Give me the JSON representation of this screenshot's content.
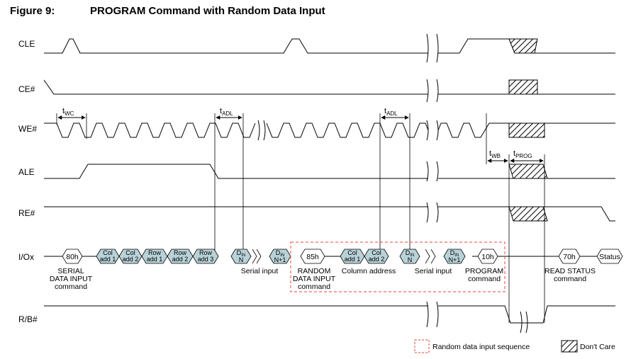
{
  "title": {
    "figure": "Figure 9:",
    "text": "PROGRAM Command with Random Data Input"
  },
  "signals": [
    "CLE",
    "CE#",
    "WE#",
    "ALE",
    "RE#",
    "I/Ox",
    "R/B#"
  ],
  "timing": {
    "twc": {
      "t": "t",
      "sub": "WC"
    },
    "tadl_1": {
      "t": "t",
      "sub": "ADL"
    },
    "tadl_2": {
      "t": "t",
      "sub": "ADL"
    },
    "twb": {
      "t": "t",
      "sub": "WB"
    },
    "tprog": {
      "t": "t",
      "sub": "PROG"
    }
  },
  "io": {
    "cmd_80h": "80h",
    "col_add1": [
      "Col",
      "add 1"
    ],
    "col_add2": [
      "Col",
      "add 2"
    ],
    "row_add1": [
      "Row",
      "add 1"
    ],
    "row_add2": [
      "Row",
      "add 2"
    ],
    "row_add3": [
      "Row",
      "add 3"
    ],
    "din_n": {
      "d": "D",
      "sup": "IN",
      "n": "N"
    },
    "din_n1": {
      "d": "D",
      "sup": "IN",
      "n": "N+1"
    },
    "cmd_85h": "85h",
    "col_add1_b": [
      "Col",
      "add 1"
    ],
    "col_add2_b": [
      "Col",
      "add 2"
    ],
    "din_n_b": {
      "d": "D",
      "sup": "IN",
      "n": "N"
    },
    "din_n1_b": {
      "d": "D",
      "sup": "IN",
      "n": "N+1"
    },
    "cmd_10h": "10h",
    "cmd_70h": "70h",
    "status": "Status"
  },
  "captions": {
    "serial_data_input": [
      "SERIAL",
      "DATA INPUT",
      "command"
    ],
    "serial_input_1": "Serial input",
    "random_data_input": [
      "RANDOM",
      "DATA INPUT",
      "command"
    ],
    "column_address": "Column address",
    "serial_input_2": "Serial input",
    "program_command": [
      "PROGRAM",
      "command"
    ],
    "read_status": [
      "READ STATUS",
      "command"
    ]
  },
  "legend": {
    "random_seq": "Random data input sequence",
    "dont_care": "Don't Care"
  },
  "colors": {
    "line": "#000000",
    "addr_fill": "#b8d2d8",
    "dashed_box": "#e8443a"
  }
}
